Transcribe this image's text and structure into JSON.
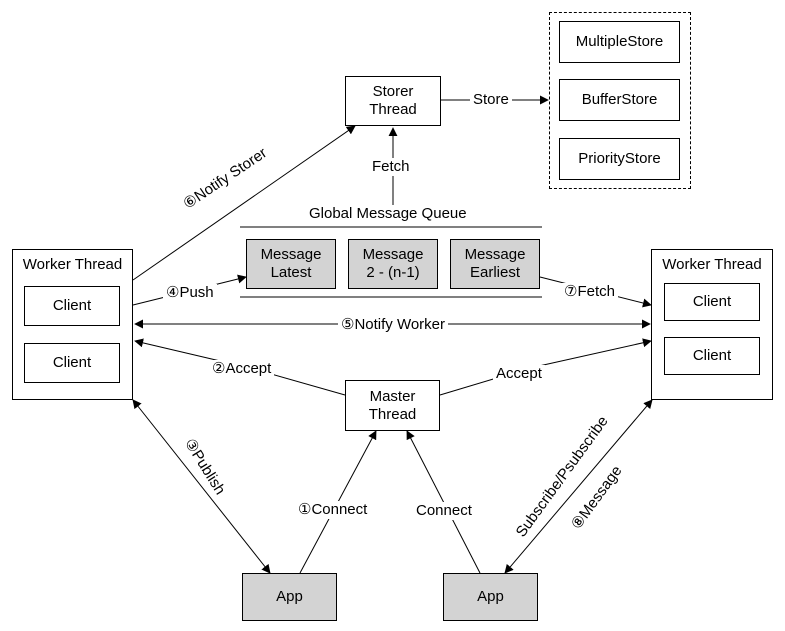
{
  "storer": {
    "line1": "Storer",
    "line2": "Thread"
  },
  "stores": [
    "MultipleStore",
    "BufferStore",
    "PriorityStore"
  ],
  "queue": {
    "title": "Global Message Queue",
    "messages": [
      {
        "line1": "Message",
        "line2": "Latest"
      },
      {
        "line1": "Message",
        "line2": "2 - (n-1)"
      },
      {
        "line1": "Message",
        "line2": "Earliest"
      }
    ]
  },
  "worker_left": {
    "title": "Worker Thread",
    "clients": [
      "Client",
      "Client"
    ]
  },
  "worker_right": {
    "title": "Worker Thread",
    "clients": [
      "Client",
      "Client"
    ]
  },
  "master": {
    "line1": "Master",
    "line2": "Thread"
  },
  "apps": [
    "App",
    "App"
  ],
  "labels": {
    "store": "Store",
    "fetch_storer": "Fetch",
    "notify_storer": "⑥Notify Storer",
    "push": "④Push",
    "fetch_worker": "⑦Fetch",
    "notify_worker": "⑤Notify Worker",
    "accept_left": "②Accept",
    "accept_right": "Accept",
    "publish": "③Publish",
    "connect_left": "①Connect",
    "connect_right": "Connect",
    "subscribe": "Subscribe/Psubscribe",
    "message": "⑧Message"
  }
}
